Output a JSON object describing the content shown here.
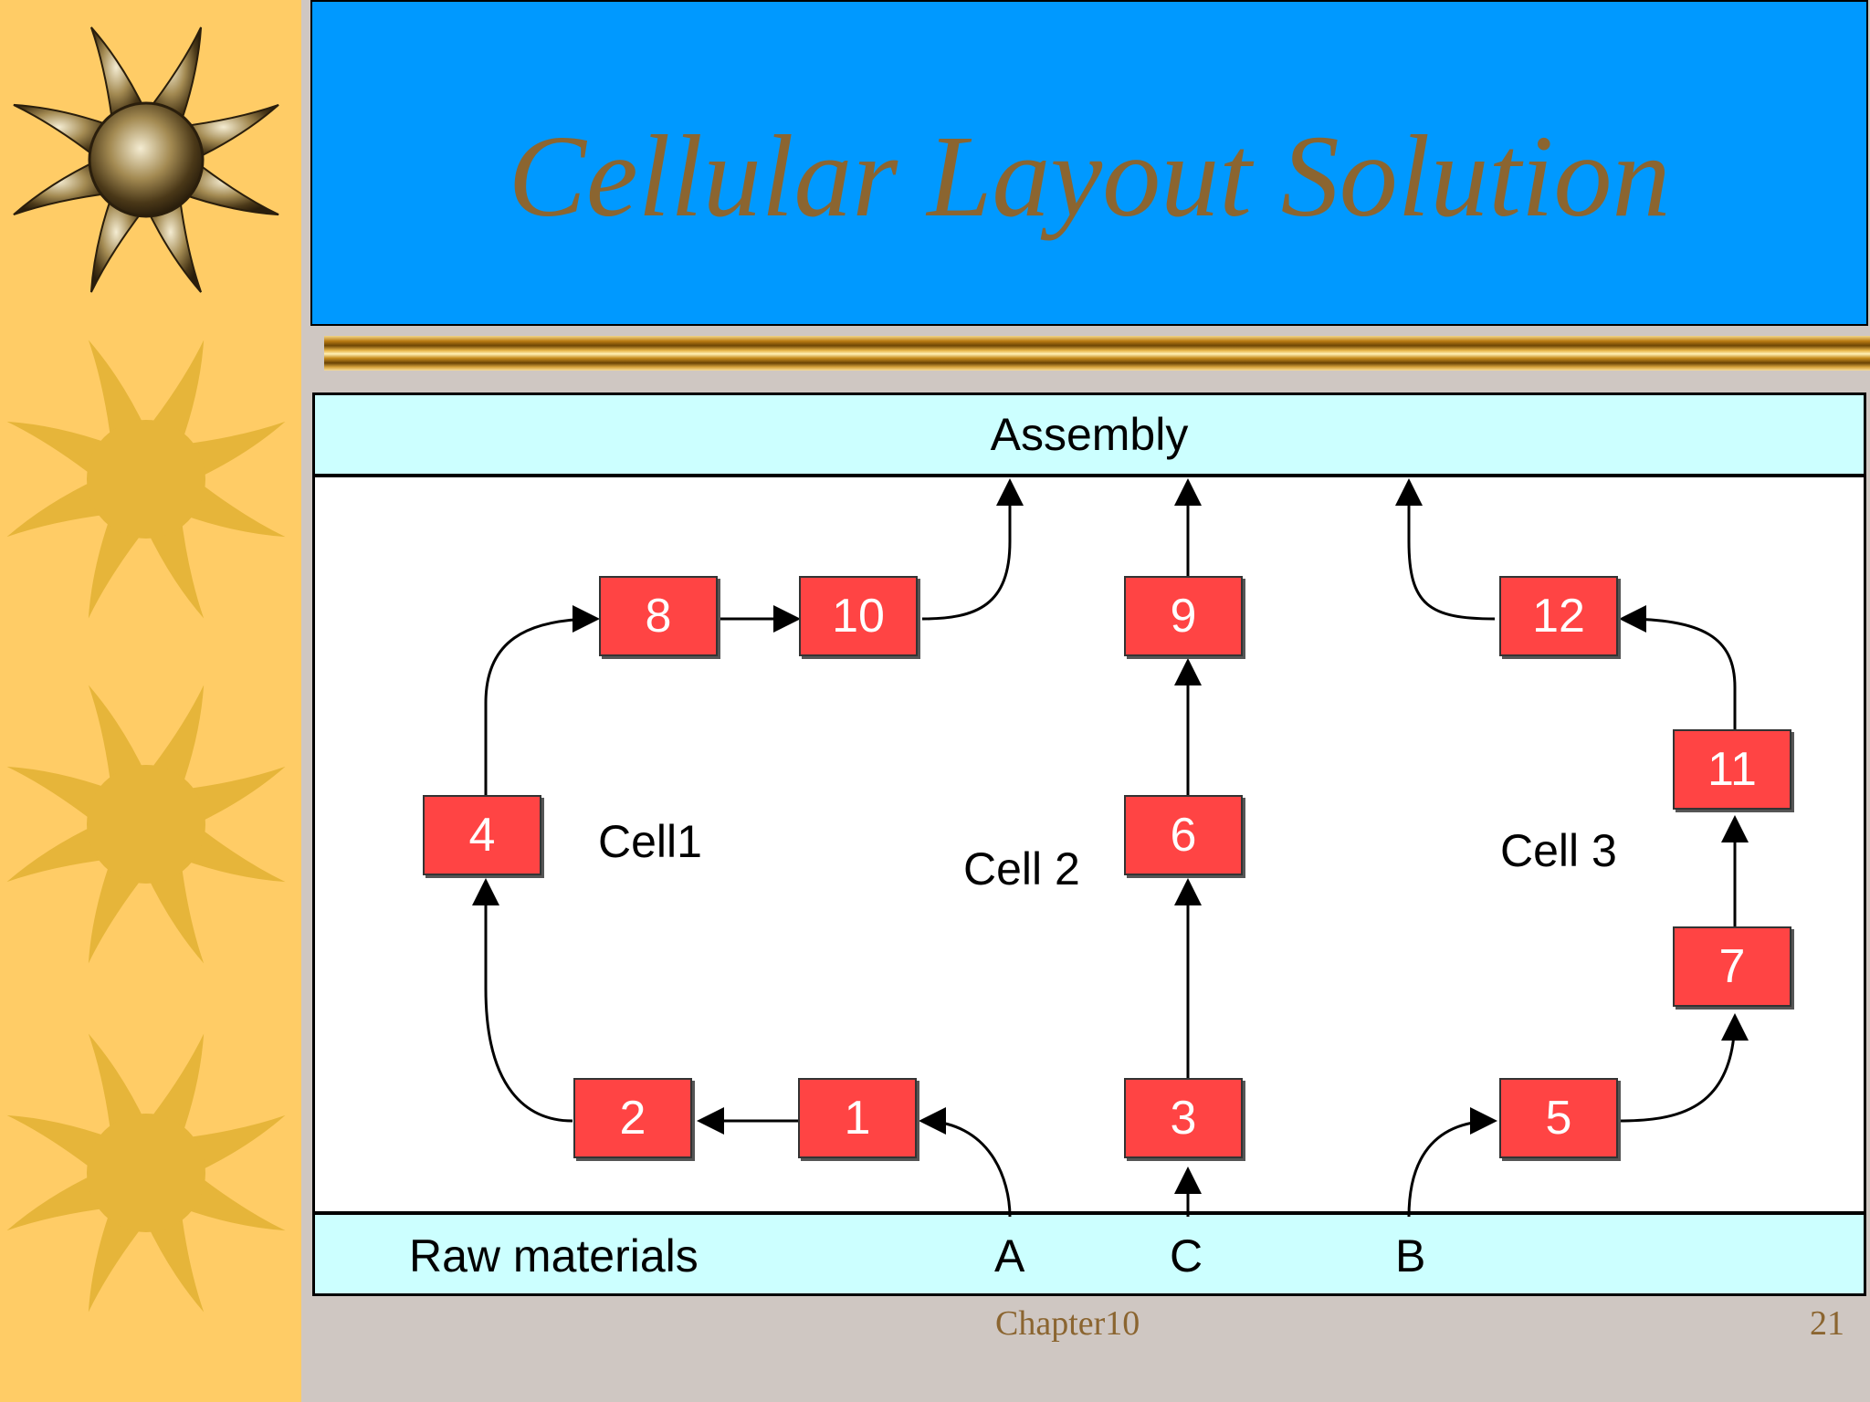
{
  "title": "Cellular Layout Solution",
  "diagram": {
    "top_band": "Assembly",
    "bottom_band": "Raw materials",
    "inputs": [
      "A",
      "C",
      "B"
    ],
    "cells": [
      "Cell1",
      "Cell 2",
      "Cell 3"
    ],
    "machines": [
      "1",
      "2",
      "3",
      "4",
      "5",
      "6",
      "7",
      "8",
      "9",
      "10",
      "11",
      "12"
    ]
  },
  "footer": {
    "chapter": "Chapter10",
    "page": "21"
  },
  "colors": {
    "title_bar": "#0099ff",
    "title_text": "#8b6530",
    "band": "#ccffff",
    "machine": "#ff4444",
    "left_strip": "#ffcc66",
    "sun": "#e6b53a"
  },
  "icons": [
    "metal-sun-icon",
    "sun-icon"
  ]
}
